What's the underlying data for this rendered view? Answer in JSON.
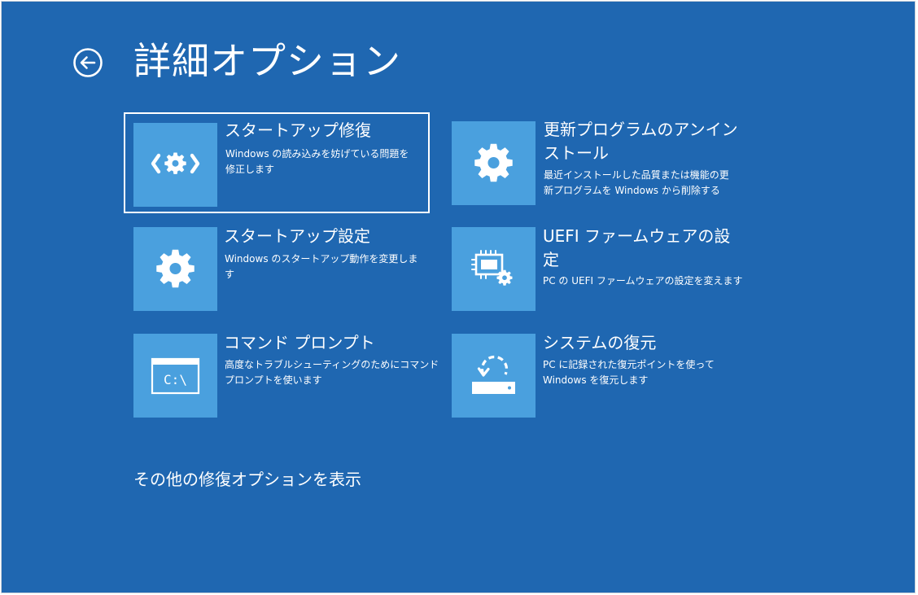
{
  "header": {
    "back_icon": "back-arrow-circle-icon",
    "title": "詳細オプション"
  },
  "options": [
    {
      "id": "startup-repair",
      "icon": "startup-repair-icon",
      "title_lines": [
        "スタートアップ修復",
        ""
      ],
      "desc_lines": [
        "Windows の読み込みを妨げている問題を",
        "修正します"
      ]
    },
    {
      "id": "uninstall-updates",
      "icon": "gear-icon",
      "title_lines": [
        "更新プログラムのアンイン",
        "ストール"
      ],
      "desc_lines": [
        "最近インストールした品質または機能の更",
        "新プログラムを Windows から削除する"
      ]
    },
    {
      "id": "startup-settings",
      "icon": "gear-icon",
      "title_lines": [
        "スタートアップ設定",
        ""
      ],
      "desc_lines": [
        "Windows のスタートアップ動作を変更しま",
        "す"
      ]
    },
    {
      "id": "uefi-firmware",
      "icon": "firmware-chip-icon",
      "title_lines": [
        "UEFI ファームウェアの設",
        "定"
      ],
      "desc_lines": [
        "PC の UEFI ファームウェアの設定を変えます",
        ""
      ]
    },
    {
      "id": "command-prompt",
      "icon": "command-prompt-icon",
      "icon_text": "C:\\",
      "title_lines": [
        "コマンド プロンプト",
        ""
      ],
      "desc_lines": [
        "高度なトラブルシューティングのためにコマンド",
        "プロンプトを使います"
      ]
    },
    {
      "id": "system-restore",
      "icon": "system-restore-icon",
      "title_lines": [
        "システムの復元",
        ""
      ],
      "desc_lines": [
        "PC に記録された復元ポイントを使って",
        "Windows を復元します"
      ]
    }
  ],
  "footer": {
    "more_options": "その他の修復オプションを表示"
  },
  "colors": {
    "background": "#1f67b1",
    "tile": "#4aa0de",
    "text": "#ffffff"
  }
}
